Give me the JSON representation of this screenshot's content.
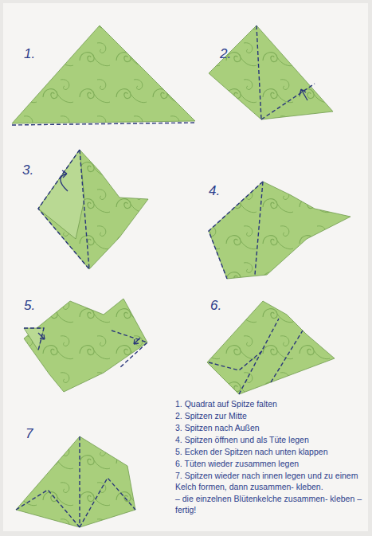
{
  "diagram": {
    "labels": [
      "1.",
      "2.",
      "3.",
      "4.",
      "5.",
      "6.",
      "7",
      "1. Quadrat auf Spitze falten",
      "2. Spitzen zur Mitte",
      "3. Spitzen nach Außen",
      "4. Spitzen öffnen und als Tüte legen",
      "5. Ecken der Spitzen nach unten klappen",
      "6. Tüten wieder zusammen legen",
      "7. Spitzen wieder nach innen legen und zu einem Kelch formen, dann zusammen- kleben.",
      "– die einzelnen Blütenkelche zusammen- kleben – fertig!"
    ]
  }
}
